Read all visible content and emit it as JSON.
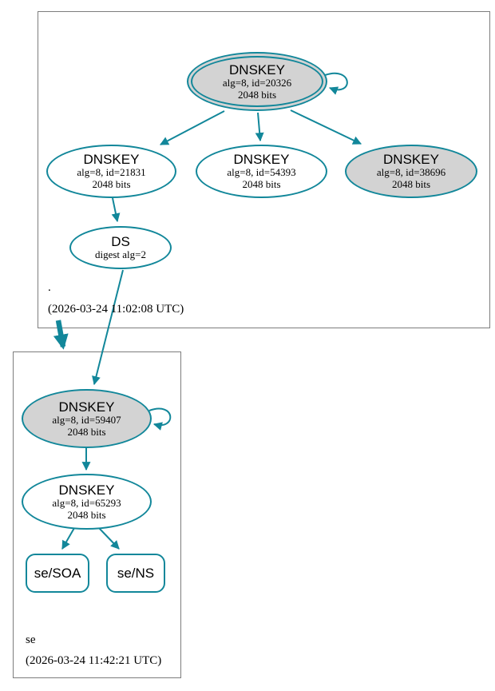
{
  "zones": {
    "root": {
      "name": ".",
      "timestamp": "(2026-03-24 11:02:08 UTC)"
    },
    "se": {
      "name": "se",
      "timestamp": "(2026-03-24 11:42:21 UTC)"
    }
  },
  "nodes": {
    "root_ksk": {
      "title": "DNSKEY",
      "attrs": "alg=8, id=20326",
      "bits": "2048 bits"
    },
    "root_key_21831": {
      "title": "DNSKEY",
      "attrs": "alg=8, id=21831",
      "bits": "2048 bits"
    },
    "root_key_54393": {
      "title": "DNSKEY",
      "attrs": "alg=8, id=54393",
      "bits": "2048 bits"
    },
    "root_key_38696": {
      "title": "DNSKEY",
      "attrs": "alg=8, id=38696",
      "bits": "2048 bits"
    },
    "root_ds": {
      "title": "DS",
      "attrs": "digest alg=2"
    },
    "se_ksk": {
      "title": "DNSKEY",
      "attrs": "alg=8, id=59407",
      "bits": "2048 bits"
    },
    "se_key_65293": {
      "title": "DNSKEY",
      "attrs": "alg=8, id=65293",
      "bits": "2048 bits"
    }
  },
  "rrsets": {
    "se_soa": {
      "label": "se/SOA"
    },
    "se_ns": {
      "label": "se/NS"
    }
  },
  "colors": {
    "edge_teal": "#12879a",
    "node_fill_gray": "#d3d3d3",
    "node_fill_white": "#ffffff",
    "zone_border_gray": "#7d7d7d",
    "text_black": "#000000"
  }
}
